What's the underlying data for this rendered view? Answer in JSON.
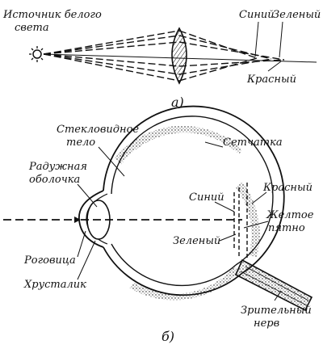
{
  "diagram_a": {
    "source_label": [
      "Источник белого",
      "света"
    ],
    "blue_label": "Синий",
    "green_label": "Зеленый",
    "red_label": "Красный",
    "caption": "а)"
  },
  "diagram_b": {
    "vitreous_label": [
      "Стекловидное",
      "тело"
    ],
    "retina_label": "Сетчатка",
    "iris_label": [
      "Радужная",
      "оболочка"
    ],
    "blue_label": "Синий",
    "red_label": "Красный",
    "macula_label": [
      "Желтое",
      "пятно"
    ],
    "green_label": "Зеленый",
    "cornea_label": "Роговица",
    "lens_label": "Хрусталик",
    "nerve_label": [
      "Зрительный",
      "нерв"
    ],
    "caption": "б)"
  },
  "colors": {
    "ink": "#111111",
    "background": "#ffffff"
  }
}
